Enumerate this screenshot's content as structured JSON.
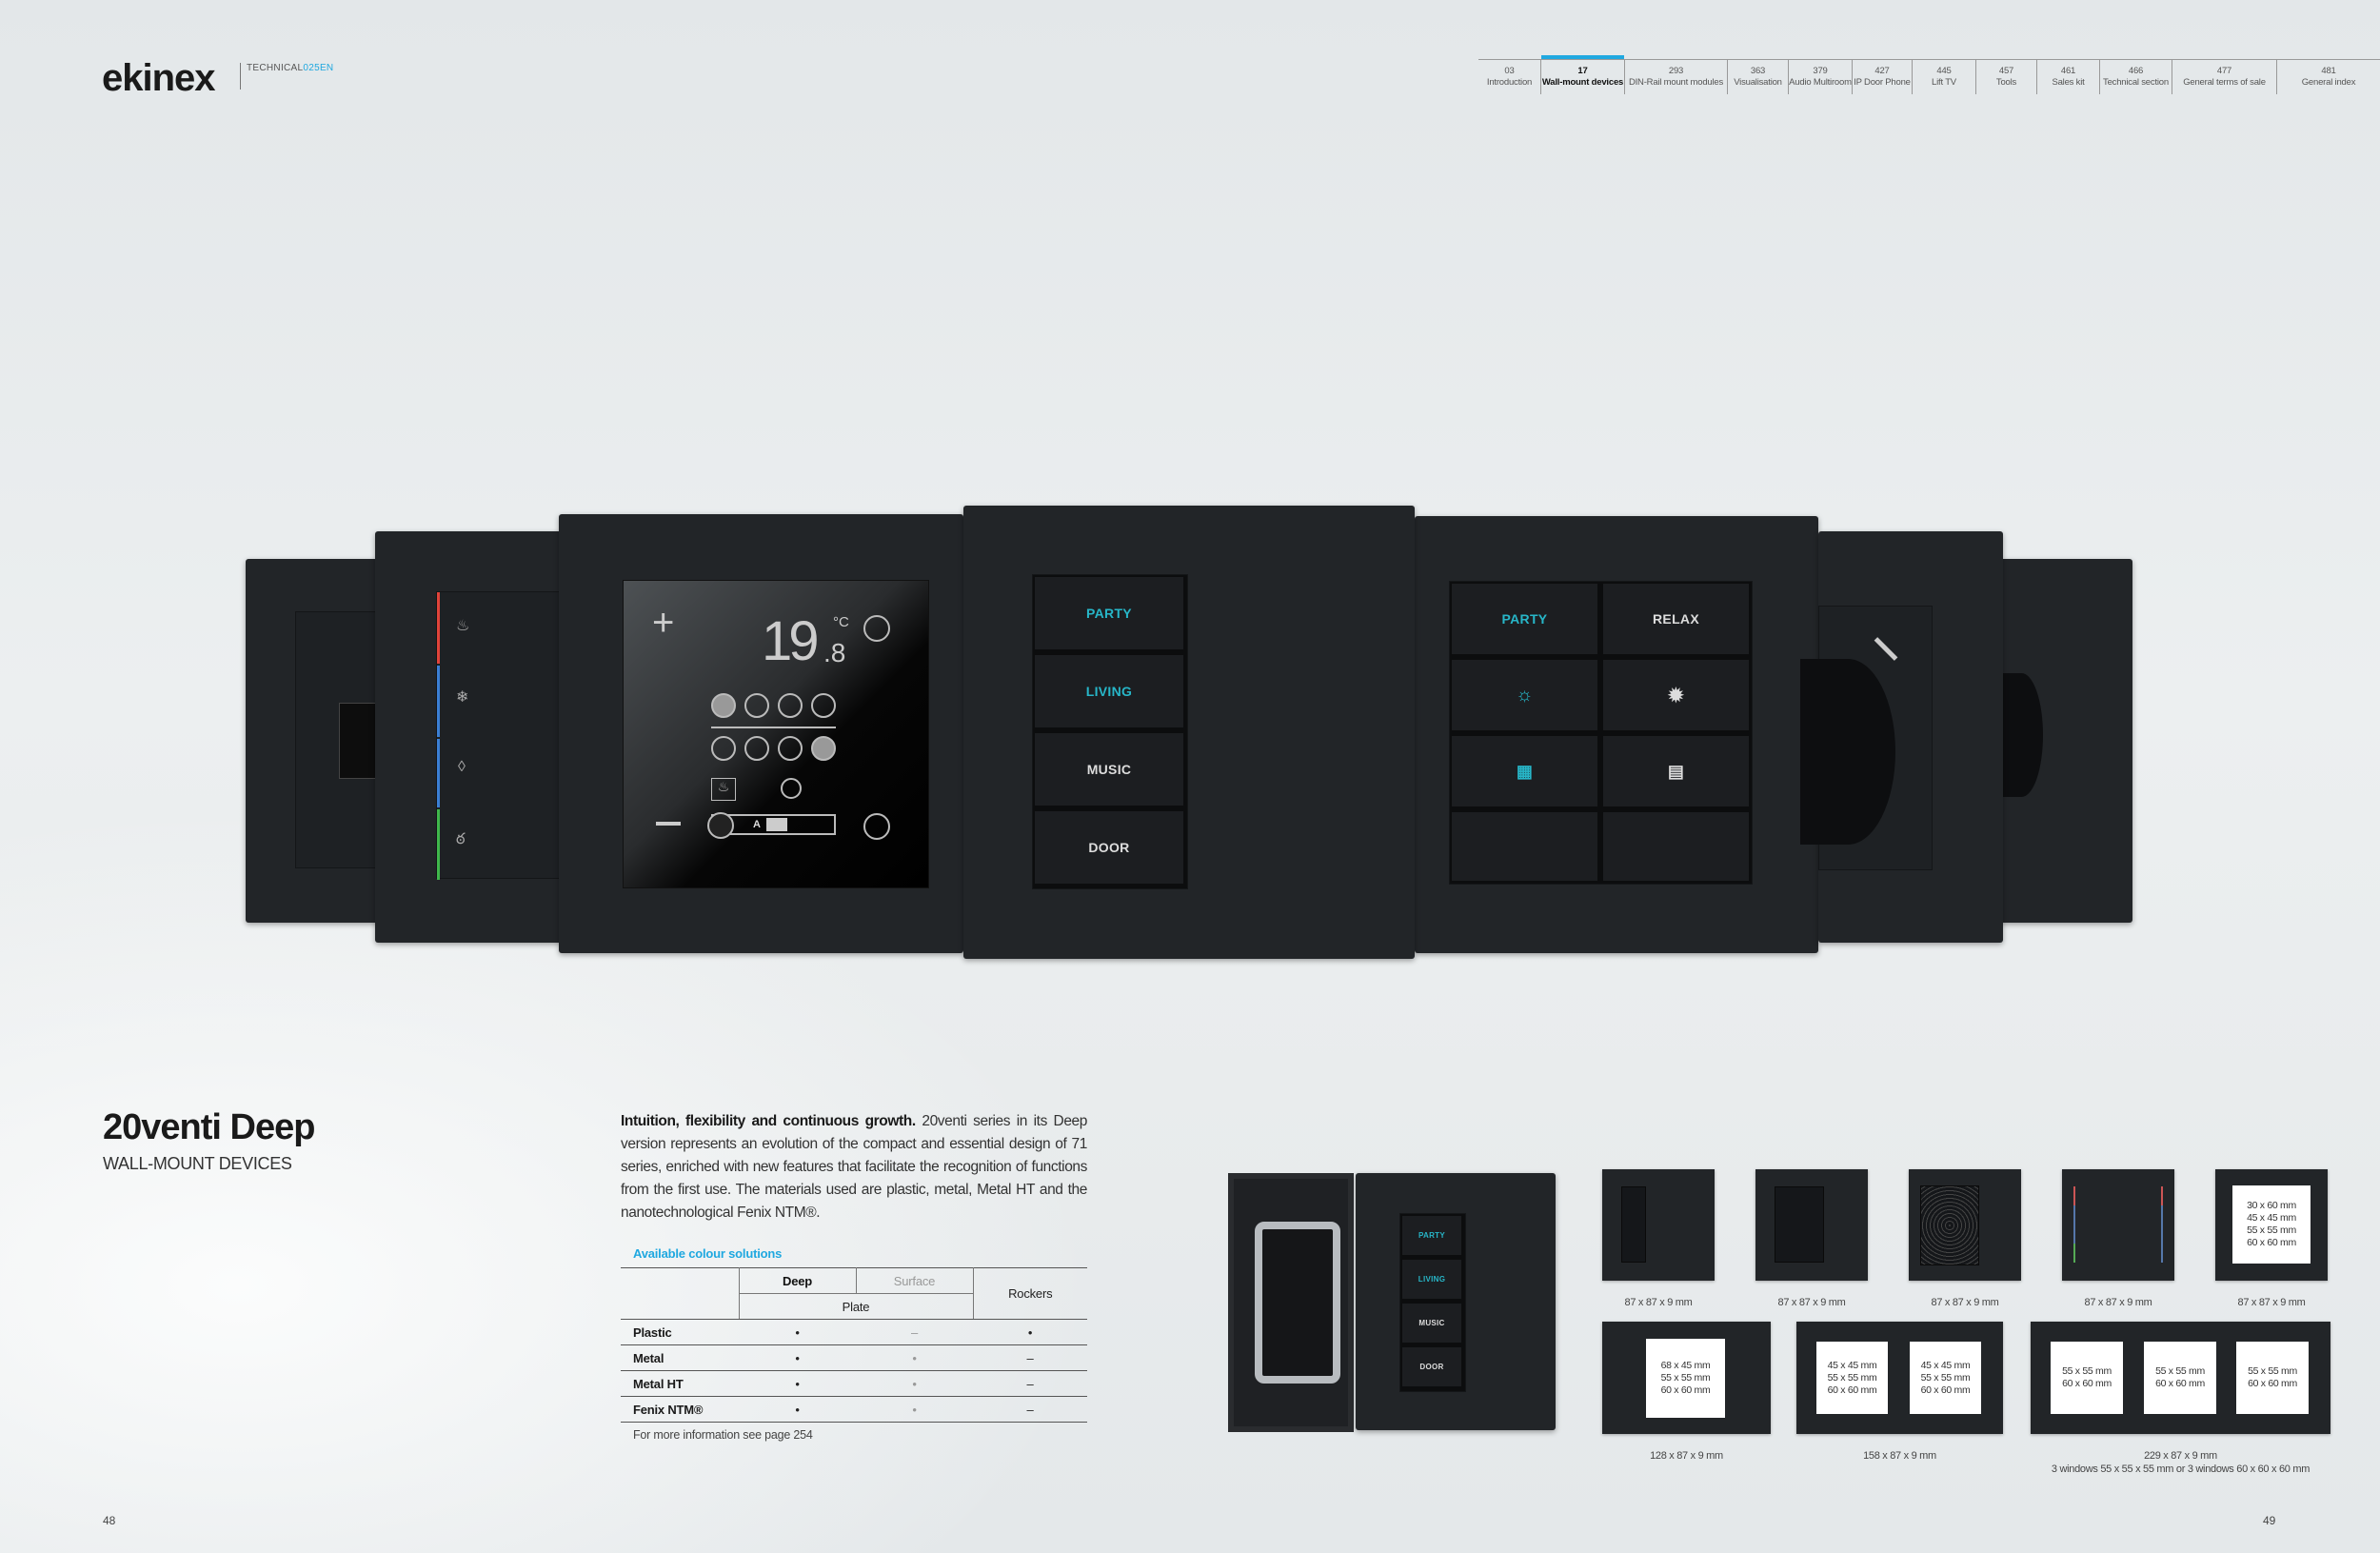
{
  "header": {
    "logo": "ekinex",
    "catalog_prefix": "TECHNICAL",
    "catalog_code": "025EN"
  },
  "nav": [
    {
      "page": "03",
      "label": "Introduction"
    },
    {
      "page": "17",
      "label": "Wall-mount devices",
      "active": true
    },
    {
      "page": "293",
      "label": "DIN-Rail mount modules"
    },
    {
      "page": "363",
      "label": "Visualisation"
    },
    {
      "page": "379",
      "label": "Audio Multiroom"
    },
    {
      "page": "427",
      "label": "IP Door Phone"
    },
    {
      "page": "445",
      "label": "Lift TV"
    },
    {
      "page": "457",
      "label": "Tools"
    },
    {
      "page": "461",
      "label": "Sales kit"
    },
    {
      "page": "466",
      "label": "Technical section"
    },
    {
      "page": "477",
      "label": "General terms of sale"
    },
    {
      "page": "481",
      "label": "General index"
    }
  ],
  "colors": {
    "accent": "#1fa8e0",
    "led_cyan": "#27b6c8",
    "plate": "#222528"
  },
  "hero": {
    "thermostat": {
      "temp_int": "19",
      "temp_dec": ".8",
      "unit": "°C",
      "fan_mode": "A"
    },
    "keypad4": [
      "PARTY",
      "LIVING",
      "MUSIC",
      "DOOR"
    ],
    "keypad8": [
      "PARTY",
      "RELAX"
    ]
  },
  "product": {
    "title": "20venti Deep",
    "subtitle": "WALL-MOUNT DEVICES"
  },
  "description": {
    "lead": "Intuition, flexibility and continuous growth.",
    "body": " 20venti series in its Deep version represents an evolution of the compact and essential design of 71 series, enriched with new features that facilitate the recognition of functions from the first use. The materials used are plastic, metal, Metal HT and the nanotechnological Fenix NTM®."
  },
  "colour_table": {
    "caption": "Available colour solutions",
    "headers": {
      "deep": "Deep",
      "surface": "Surface",
      "plate": "Plate",
      "rockers": "Rockers"
    },
    "rows": [
      {
        "material": "Plastic",
        "deep": "•",
        "surface": "–",
        "rockers": "•"
      },
      {
        "material": "Metal",
        "deep": "•",
        "surface": "•",
        "rockers": "–"
      },
      {
        "material": "Metal HT",
        "deep": "•",
        "surface": "•",
        "rockers": "–"
      },
      {
        "material": "Fenix NTM®",
        "deep": "•",
        "surface": "•",
        "rockers": "–"
      }
    ],
    "footnote": "For more information see page 254"
  },
  "exploded": {
    "buttons": [
      "PARTY",
      "LIVING",
      "MUSIC",
      "DOOR"
    ]
  },
  "sizes": {
    "row1": [
      {
        "dim": "87 x 87 x 9 mm"
      },
      {
        "dim": "87 x 87 x 9 mm"
      },
      {
        "dim": "87 x 87 x 9 mm"
      },
      {
        "dim": "87 x 87 x 9 mm"
      },
      {
        "dim": "87 x 87 x 9 mm",
        "window": [
          "30 x 60 mm",
          "45 x 45 mm",
          "55 x 55 mm",
          "60 x 60 mm"
        ]
      }
    ],
    "row2": [
      {
        "dim": "128 x 87 x 9 mm",
        "windows": [
          [
            "68 x 45 mm",
            "55 x 55 mm",
            "60 x 60 mm"
          ]
        ]
      },
      {
        "dim": "158 x 87 x 9 mm",
        "windows": [
          [
            "45 x 45 mm",
            "55 x 55 mm",
            "60 x 60 mm"
          ],
          [
            "45 x 45 mm",
            "55 x 55 mm",
            "60 x 60 mm"
          ]
        ]
      },
      {
        "dim": "229 x 87 x 9 mm",
        "note": "3 windows 55 x 55 x 55 mm or 3 windows 60 x 60 x 60 mm",
        "windows": [
          [
            "55 x 55 mm",
            "60 x 60 mm"
          ],
          [
            "55 x 55 mm",
            "60 x 60 mm"
          ],
          [
            "55 x 55 mm",
            "60 x 60 mm"
          ]
        ]
      }
    ]
  },
  "page_numbers": {
    "left": "48",
    "right": "49"
  }
}
